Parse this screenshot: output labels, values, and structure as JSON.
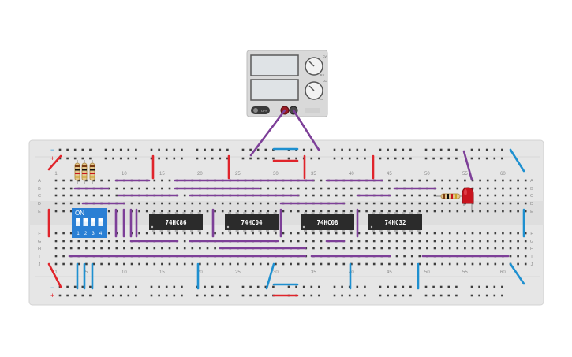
{
  "power_supply": {
    "off_label": "OFF",
    "knob_labels": [
      "CV",
      "CC"
    ],
    "knob_max": "30 V",
    "knob_max2": "3 A"
  },
  "chips": [
    {
      "label": "74HC86"
    },
    {
      "label": "74HC04"
    },
    {
      "label": "74HC08"
    },
    {
      "label": "74HC32"
    }
  ],
  "dip_switch": {
    "label": "ON",
    "positions": [
      "1",
      "2",
      "3",
      "4"
    ]
  },
  "breadboard": {
    "column_numbers": [
      "1",
      "5",
      "10",
      "15",
      "20",
      "25",
      "30",
      "35",
      "40",
      "45",
      "50",
      "55",
      "60"
    ],
    "rows_top": [
      "A",
      "B",
      "C",
      "D",
      "E"
    ],
    "rows_bottom": [
      "F",
      "G",
      "H",
      "I",
      "J"
    ],
    "rail_plus": "+",
    "rail_minus": "−"
  },
  "colors": {
    "board": "#e6e6e6",
    "wire_red": "#e0242b",
    "wire_blue": "#1e90d0",
    "wire_purple": "#7d3f98",
    "chip": "#2b2b2b",
    "dip": "#2a7fd4",
    "led": "#c8141e"
  }
}
